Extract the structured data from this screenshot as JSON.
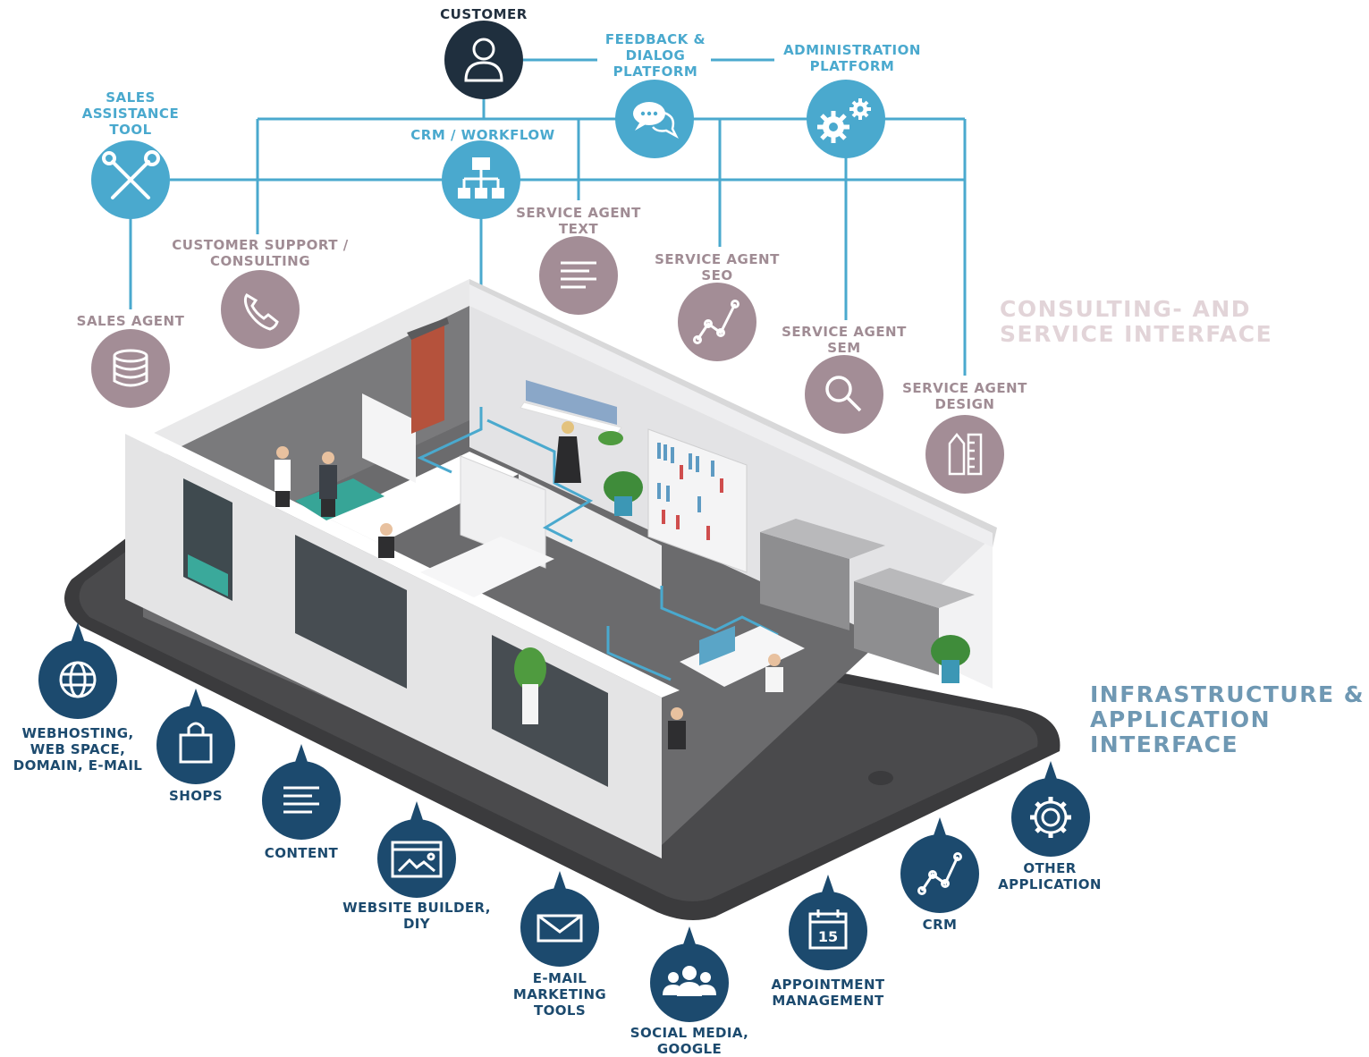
{
  "top": {
    "customer": "CUSTOMER",
    "feedback": "FEEDBACK &\nDIALOG\nPLATFORM",
    "administration": "ADMINISTRATION\nPLATFORM",
    "sales_assistance": "SALES\nASSISTANCE\nTOOL",
    "crm_workflow": "CRM / WORKFLOW"
  },
  "agents": {
    "customer_support": "CUSTOMER SUPPORT /\nCONSULTING",
    "sales_agent": "SALES AGENT",
    "text": "SERVICE AGENT\nTEXT",
    "seo": "SERVICE AGENT\nSEO",
    "sem": "SERVICE AGENT\nSEM",
    "design": "SERVICE AGENT\nDESIGN"
  },
  "sections": {
    "consulting": "CONSULTING- AND\nSERVICE INTERFACE",
    "infrastructure": "INFRASTRUCTURE &\nAPPLICATION\nINTERFACE"
  },
  "infra": [
    {
      "label": "WEBHOSTING,\nWEB SPACE,\nDOMAIN, E-MAIL",
      "icon": "globe-icon"
    },
    {
      "label": "SHOPS",
      "icon": "shopping-bag-icon"
    },
    {
      "label": "CONTENT",
      "icon": "text-lines-icon"
    },
    {
      "label": "WEBSITE BUILDER,\nDIY",
      "icon": "browser-image-icon"
    },
    {
      "label": "E-MAIL\nMARKETING\nTOOLS",
      "icon": "envelope-icon"
    },
    {
      "label": "SOCIAL MEDIA,\nGOOGLE",
      "icon": "people-group-icon"
    },
    {
      "label": "APPOINTMENT\nMANAGEMENT",
      "icon": "calendar-icon"
    },
    {
      "label": "CRM",
      "icon": "line-chart-icon"
    },
    {
      "label": "OTHER\nAPPLICATION",
      "icon": "gear-icon"
    }
  ],
  "calendar_day": "15",
  "colors": {
    "navy": "#1c4a6e",
    "sky": "#4aa9ce",
    "mauve": "#a38d96",
    "dark": "#1f2f3e"
  }
}
